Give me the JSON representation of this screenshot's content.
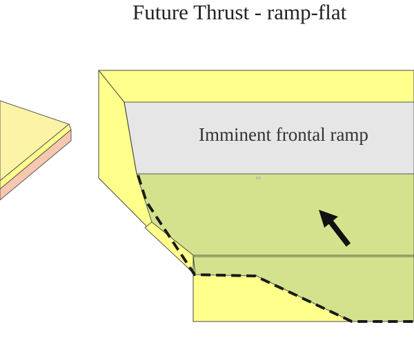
{
  "diagram": {
    "title": "Future Thrust - ramp-flat",
    "ramp_label": "Imminent frontal  ramp",
    "tiny_mark": "BR"
  },
  "colors": {
    "yellow_face": "#ffff8c",
    "yellow_top": "#fdf3a6",
    "green": "#d4e28d",
    "grey": "#e6e6e6",
    "pink": "#f7c7b0",
    "outline": "#444444",
    "fault": "#1a1a1a",
    "arrow": "#111111"
  },
  "icons": {
    "arrow": "slip-direction-arrow-icon"
  }
}
